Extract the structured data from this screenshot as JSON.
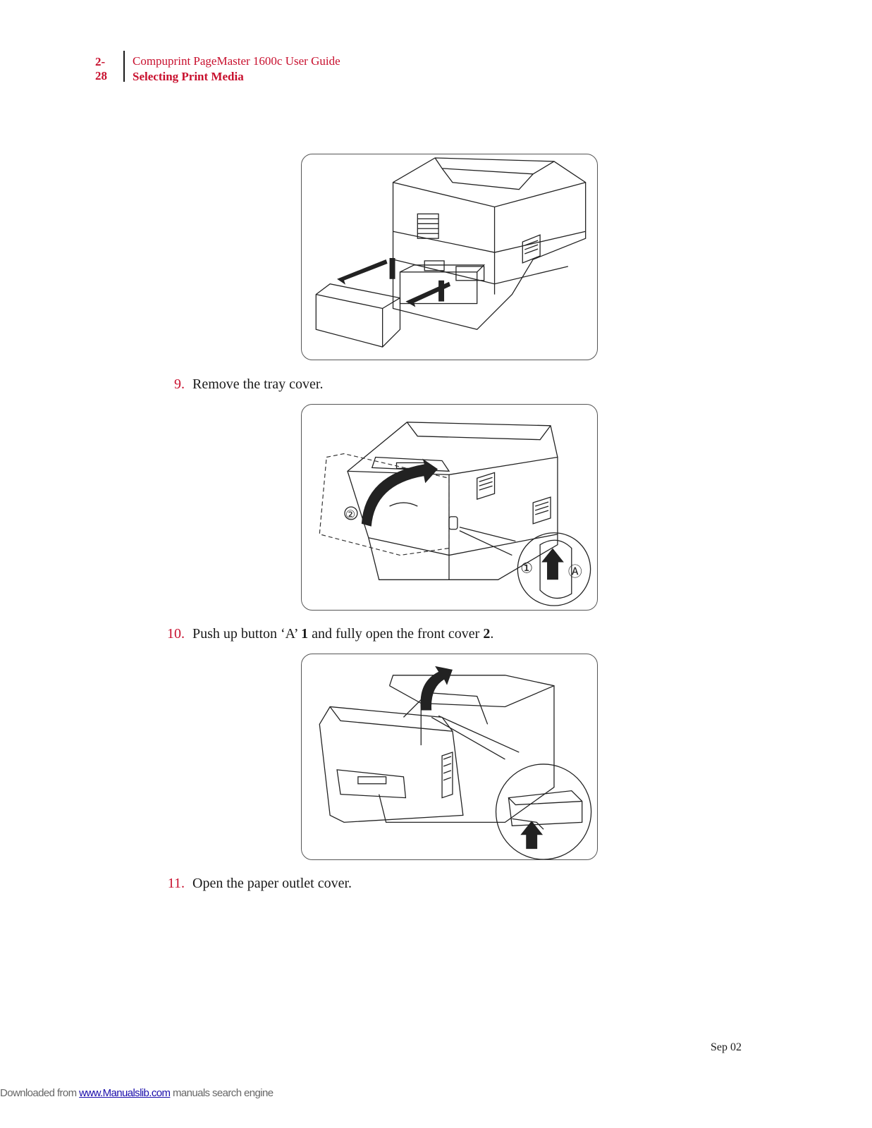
{
  "header": {
    "page_number": "2-28",
    "title": "Compuprint PageMaster 1600c User Guide",
    "section": "Selecting Print Media"
  },
  "steps": [
    {
      "number": "9.",
      "text": "Remove the tray cover."
    },
    {
      "number": "10.",
      "text_before": "Push up button ‘A’ ",
      "bold1": "1",
      "text_mid": " and fully open the front cover ",
      "bold2": "2",
      "text_after": "."
    },
    {
      "number": "11.",
      "text": "Open the paper outlet cover."
    }
  ],
  "figures": {
    "fig2_labels": {
      "callout_1": "①",
      "callout_2": "②",
      "callout_a": "Ⓐ"
    }
  },
  "footer": {
    "date": "Sep 02",
    "prefix": "Downloaded from ",
    "link": "www.Manualslib.com",
    "suffix": " manuals search engine"
  }
}
